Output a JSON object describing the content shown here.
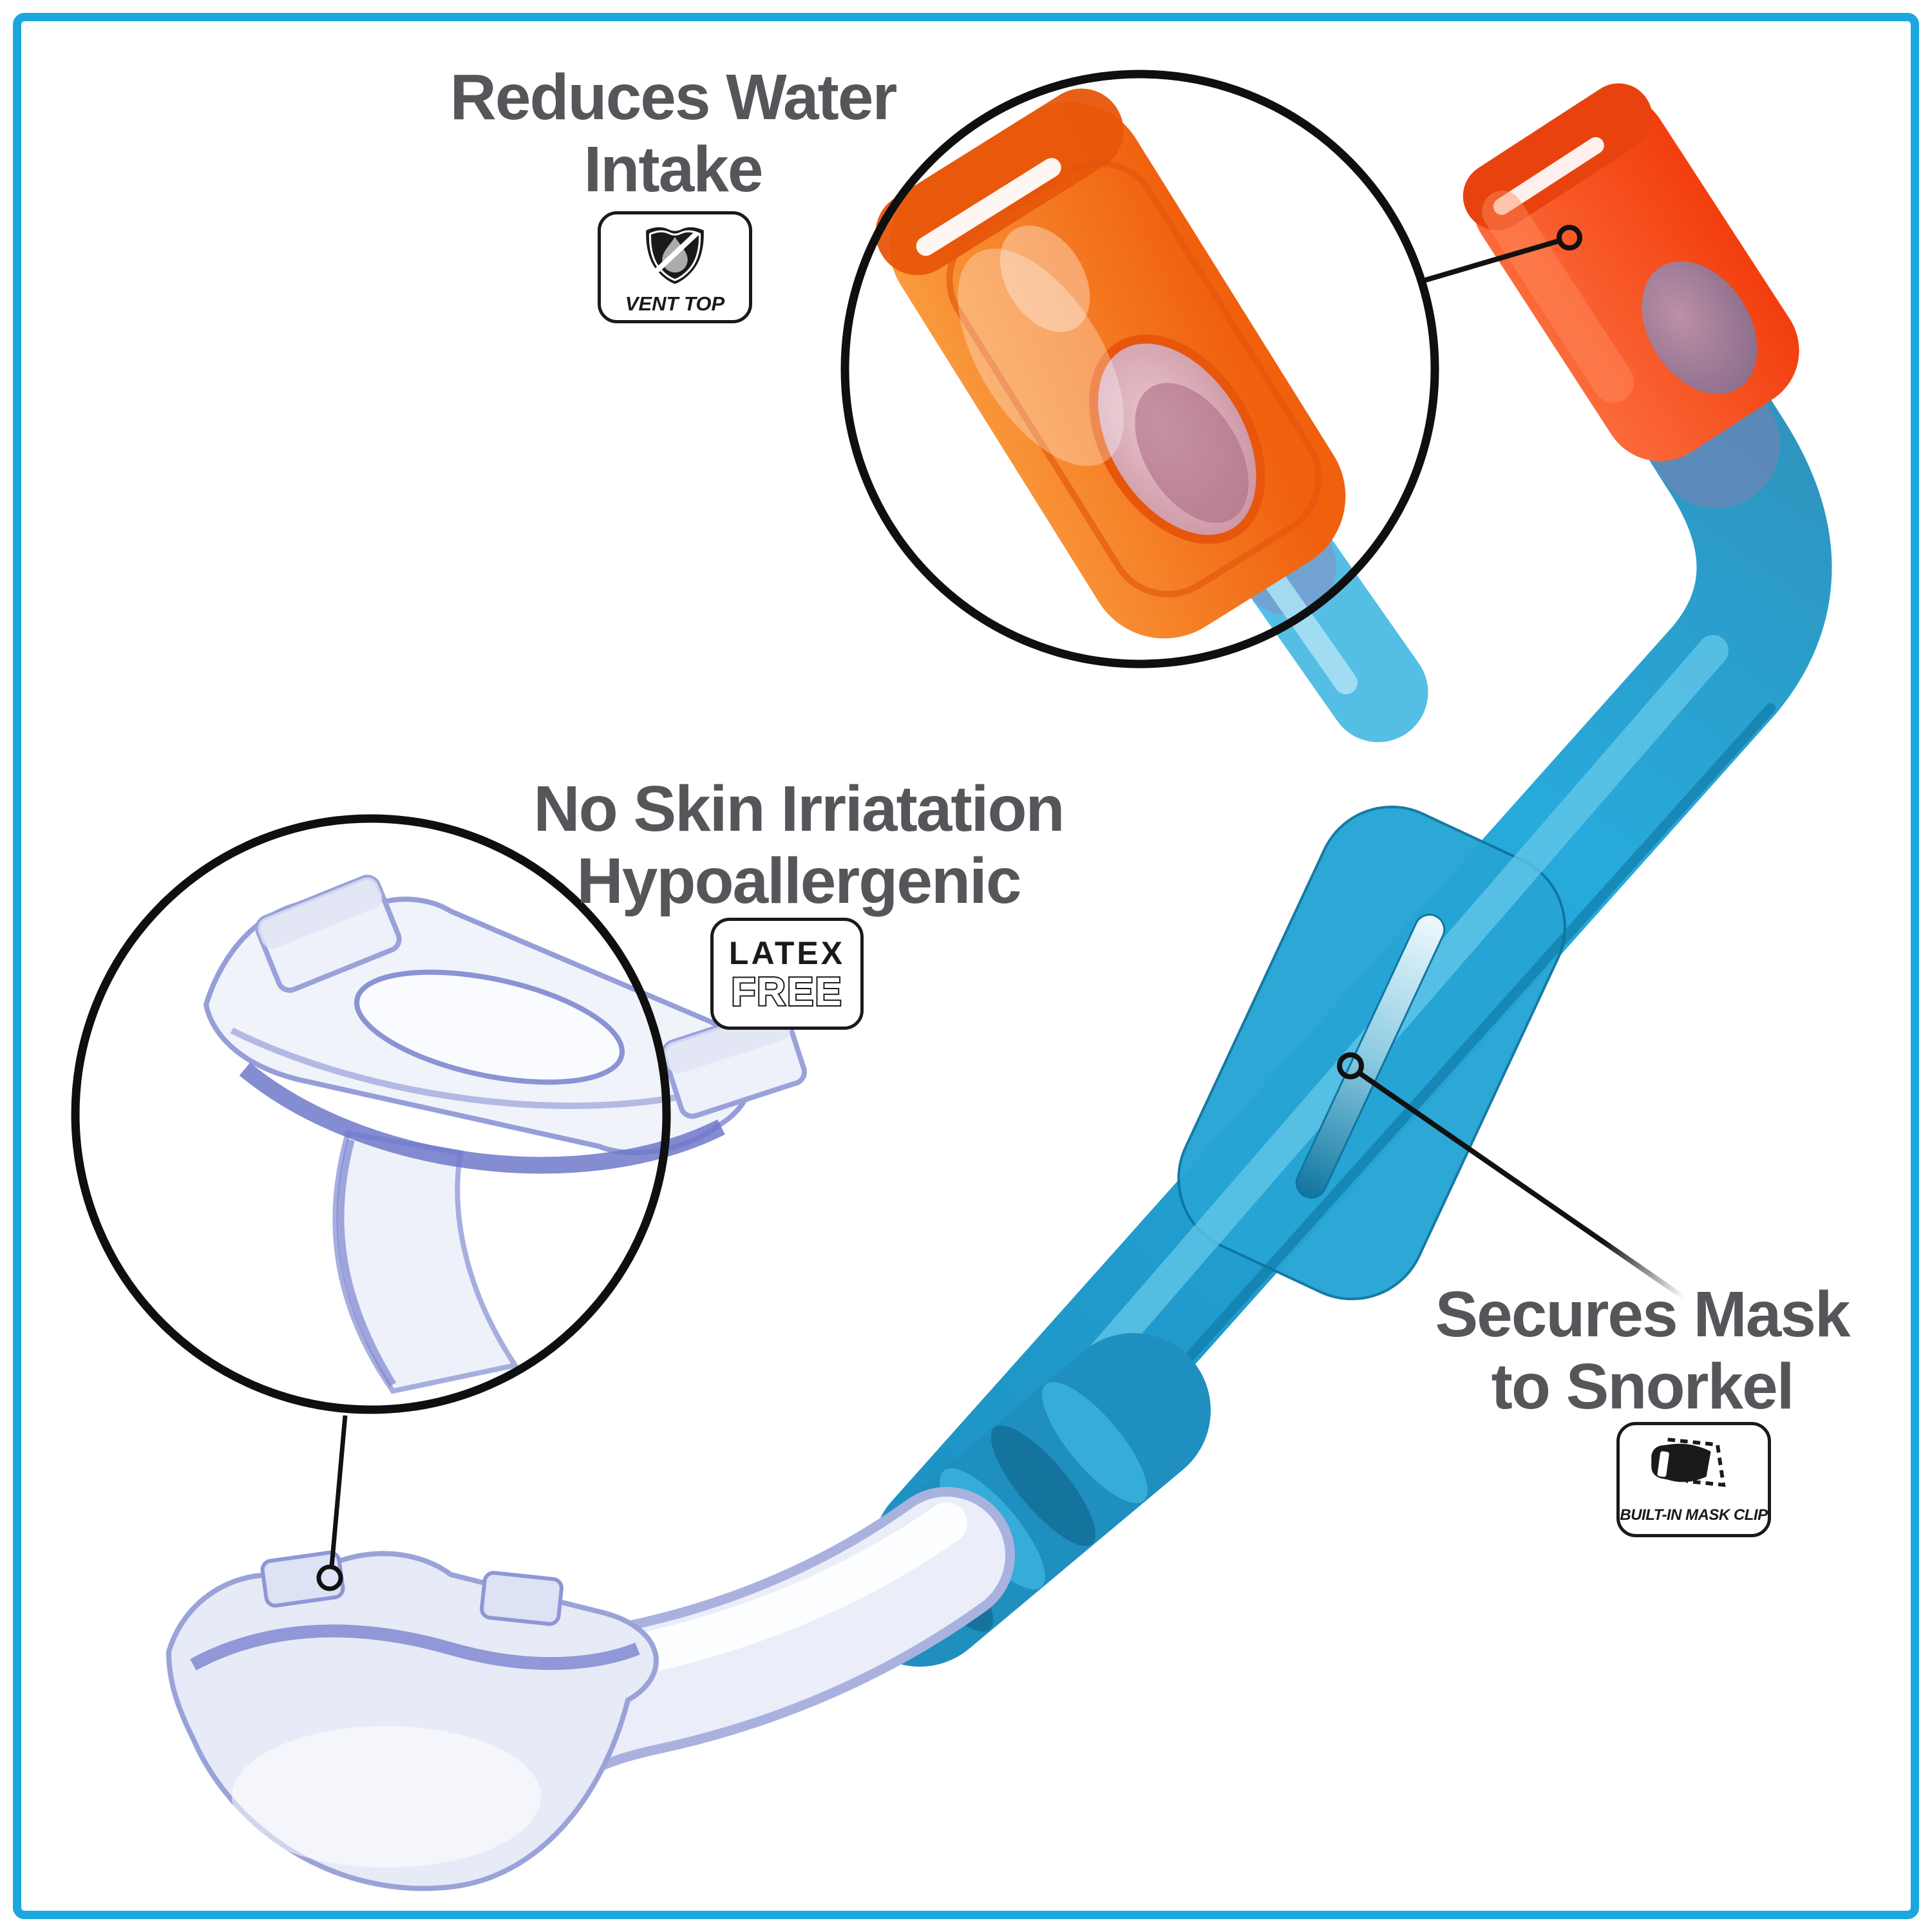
{
  "frame": {
    "border_color": "#1BA7DE"
  },
  "callouts": {
    "vent": {
      "title": [
        "Reduces Water",
        "Intake"
      ],
      "badge": "VENT TOP"
    },
    "skin": {
      "title": [
        "No Skin Irriatation",
        "Hypoallergenic"
      ],
      "badge": [
        "LATEX",
        "FREE"
      ]
    },
    "clip": {
      "title": [
        "Secures Mask",
        "to Snorkel"
      ],
      "badge": "BUILT-IN MASK CLIP"
    }
  },
  "icons": {
    "vent_badge": "no-water-shield-icon",
    "clip_badge": "mask-clip-icon"
  },
  "colors": {
    "heading_text": "#55565A",
    "badge_ink": "#1A1A1A",
    "tube_blue": "#25A9DC",
    "tube_blue_dark": "#0E74A0",
    "cap_orange": "#F8502B",
    "zoom_cap_orange": "#F5821F",
    "vent_hole_pink": "#C98FA0",
    "mouthpiece_lavender": "#959ED9",
    "clear_plastic": "#EBEEF9"
  }
}
